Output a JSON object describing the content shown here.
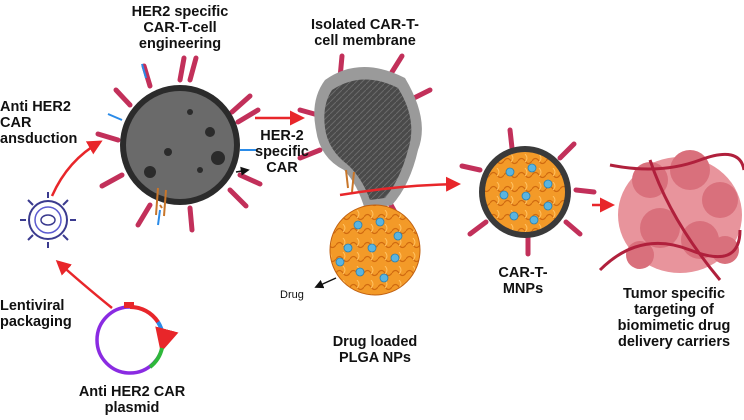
{
  "labels": {
    "her2_engineering": [
      "HER2 specific",
      "CAR-T-cell",
      "engineering"
    ],
    "isolated_membrane": [
      "Isolated CAR-T-",
      "cell  membrane"
    ],
    "transduction": [
      "Anti HER2",
      "CAR",
      "ansduction"
    ],
    "her2_car": [
      "HER-2",
      "specific",
      "CAR"
    ],
    "car_t_mnps": [
      "CAR-T-",
      "MNPs"
    ],
    "lentiviral": [
      "Lentiviral",
      "packaging"
    ],
    "plasmid": [
      "Anti HER2 CAR",
      "plasmid"
    ],
    "plga": [
      "Drug loaded",
      "PLGA NPs"
    ],
    "drug": "Drug",
    "tumor": [
      "Tumor specific",
      "targeting of",
      "biomimetic drug",
      "delivery carriers"
    ]
  },
  "colors": {
    "arrow_red": "#e8262a",
    "cell_gray": "#5c5c5c",
    "membrane_gray": "#8c8c8c",
    "receptor_pink": "#c2305a",
    "plga_orange": "#f28a1c",
    "drug_blue": "#5ab4e0",
    "tumor_pink": "#e07a86",
    "plasmid_purple": "#8a2be2",
    "plasmid_blue": "#2a8be8",
    "plasmid_green": "#2eb83a"
  }
}
